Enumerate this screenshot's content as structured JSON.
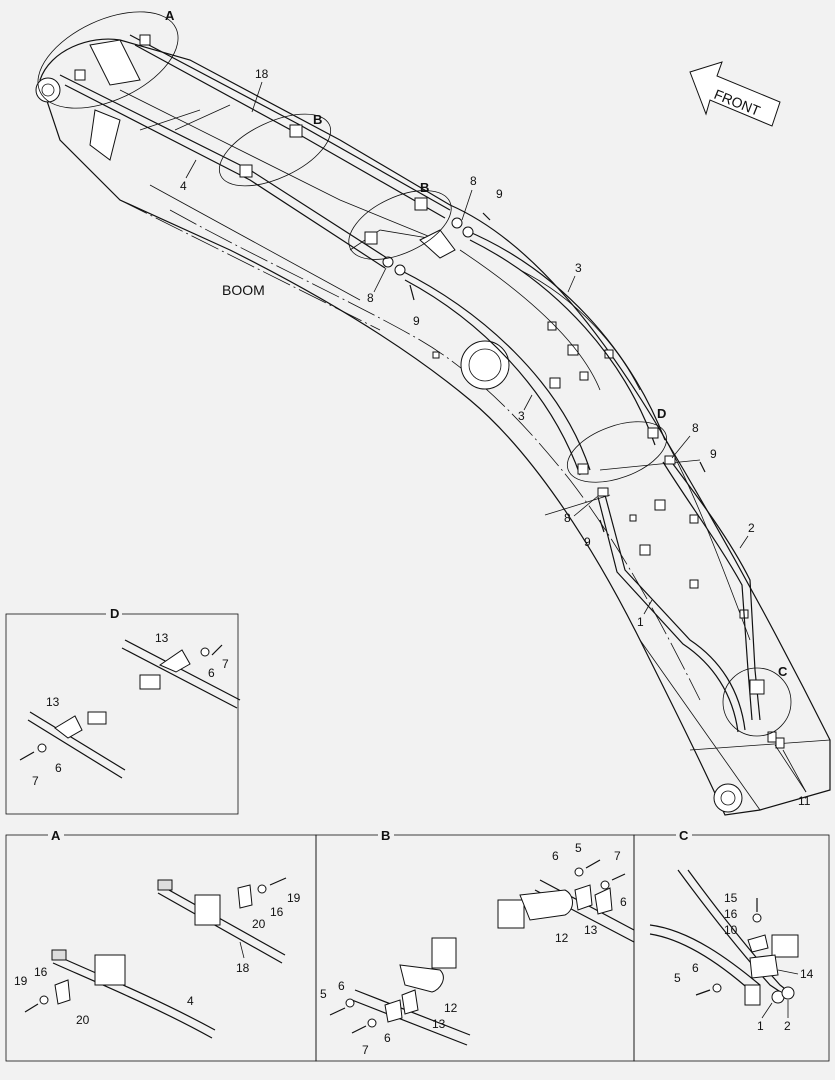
{
  "title_labels": {
    "boom": "BOOM",
    "front": "FRONT"
  },
  "callouts": {
    "A": "A",
    "B": "B",
    "C": "C",
    "D": "D"
  },
  "main_labels": {
    "p18": "18",
    "p4": "4",
    "p3a": "3",
    "p3b": "3",
    "p2": "2",
    "p1": "1",
    "p11": "11",
    "p8a": "8",
    "p8b": "8",
    "p8c": "8",
    "p8d": "8",
    "p9a": "9",
    "p9b": "9",
    "p9c": "9",
    "p9d": "9"
  },
  "detail_d": {
    "title": "D",
    "labels": {
      "a13": "13",
      "a6": "6",
      "a7": "7",
      "b13": "13",
      "b6": "6",
      "b7": "7"
    }
  },
  "detail_a": {
    "title": "A",
    "labels": {
      "t19": "19",
      "t16": "16",
      "t20": "20",
      "t18": "18",
      "b19": "19",
      "b16": "16",
      "b20": "20",
      "b4": "4"
    }
  },
  "detail_b": {
    "title": "B",
    "labels": {
      "t5": "5",
      "t6": "6",
      "t7": "7",
      "t6b": "6",
      "t12": "12",
      "t13": "13",
      "b5": "5",
      "b6": "6",
      "b12": "12",
      "b13": "13",
      "b7": "7",
      "b6b": "6"
    }
  },
  "detail_c": {
    "title": "C",
    "labels": {
      "l15": "15",
      "l16": "16",
      "l10": "10",
      "l14": "14",
      "l5": "5",
      "l6": "6",
      "l1": "1",
      "l2": "2"
    }
  }
}
